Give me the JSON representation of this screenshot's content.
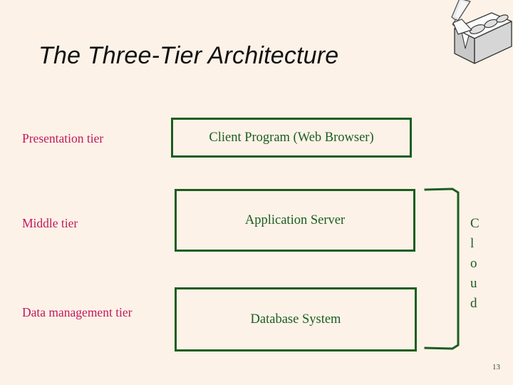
{
  "slide": {
    "title": "The Three-Tier Architecture",
    "background_color": "#fdf2e8",
    "page_number": "13"
  },
  "tiers": [
    {
      "label": "Presentation tier",
      "component": "Client Program (Web Browser)",
      "label_color": "#c2185b",
      "box_color": "#1b5e20"
    },
    {
      "label": "Middle tier",
      "component": "Application Server",
      "label_color": "#c2185b",
      "box_color": "#1b5e20"
    },
    {
      "label": "Data management tier",
      "component": "Database System",
      "label_color": "#c2185b",
      "box_color": "#1b5e20"
    }
  ],
  "cloud_bracket": {
    "label": "Cloud",
    "letters": [
      "C",
      "l",
      "o",
      "u",
      "d"
    ],
    "color": "#1b5e20"
  },
  "clipart": {
    "name": "cinder-block-and-trowel",
    "block_top_color": "#ffffff",
    "block_front_color": "#d8d8d8",
    "block_side_color": "#bdbdbd",
    "outline_color": "#3a3a3a"
  }
}
